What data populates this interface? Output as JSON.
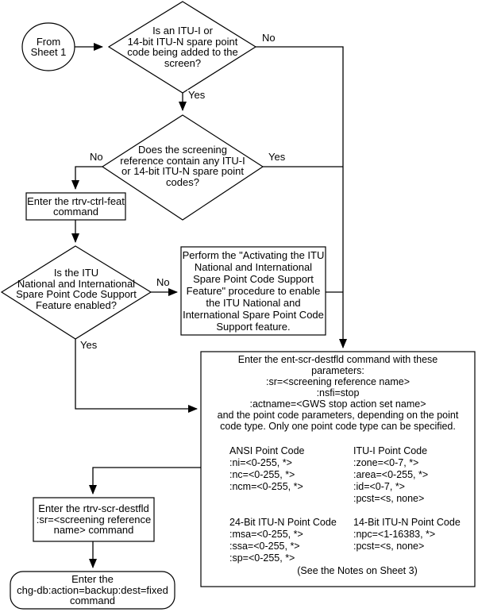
{
  "nodes": {
    "start": {
      "text": "From\nSheet 1"
    },
    "d1": {
      "text": "Is an ITU-I or\n14-bit ITU-N spare point\ncode being added to the\nscreen?",
      "no_label": "No",
      "yes_label": "Yes"
    },
    "d2": {
      "text": "Does the screening\nreference contain any ITU-I\nor 14-bit ITU-N spare point\ncodes?",
      "no_label": "No",
      "yes_label": "Yes"
    },
    "b1": {
      "text": "Enter the rtrv-ctrl-feat\ncommand"
    },
    "d3": {
      "text": "Is the ITU\nNational and International\nSpare Point Code Support\nFeature enabled?",
      "no_label": "No",
      "yes_label": "Yes"
    },
    "b2": {
      "text": "Perform the \"Activating the ITU\nNational and International\nSpare Point Code Support\nFeature\" procedure to enable\nthe ITU National and\nInternational Spare Point Code\nSupport feature."
    },
    "big": {
      "intro": "Enter the ent-scr-destfld command with these\nparameters:\n:sr=<screening reference name>\n:nsfi=stop\n:actname=<GWS stop action set name>\nand the point code parameters, depending on the point\ncode type. Only one point code type can be specified.",
      "ansi": "ANSI Point Code\n:ni=<0-255, *>\n:nc=<0-255, *>\n:ncm=<0-255, *>",
      "itui": "ITU-I Point Code\n:zone=<0-7, *>\n:area=<0-255, *>\n:id=<0-7, *>\n:pcst=<s, none>",
      "itun24": "24-Bit ITU-N Point Code\n:msa=<0-255, *>\n:ssa=<0-255, *>\n:sp=<0-255, *>",
      "itun14": "14-Bit ITU-N Point Code\n:npc=<1-16383, *>\n:pcst=<s, none>",
      "notes": "(See the Notes on Sheet 3)"
    },
    "b3": {
      "text": "Enter the rtrv-scr-destfld\n:sr=<screening reference\nname> command"
    },
    "b4": {
      "text": "Enter the\nchg-db:action=backup:dest=fixed\ncommand"
    }
  }
}
